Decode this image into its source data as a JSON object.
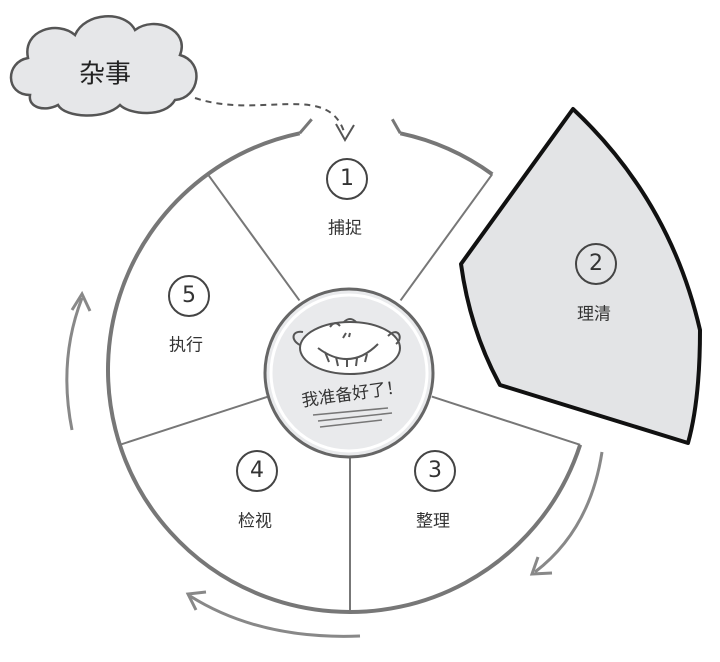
{
  "cloud": {
    "label": "杂事"
  },
  "center": {
    "label": "我准备好了！"
  },
  "steps": [
    {
      "number": "1",
      "label": "捕捉"
    },
    {
      "number": "2",
      "label": "理清"
    },
    {
      "number": "3",
      "label": "整理"
    },
    {
      "number": "4",
      "label": "检视"
    },
    {
      "number": "5",
      "label": "执行"
    }
  ],
  "colors": {
    "line": "#777777",
    "highlight_fill": "#e3e4e6",
    "highlight_stroke": "#111111",
    "center_fill": "#e9eaec"
  }
}
